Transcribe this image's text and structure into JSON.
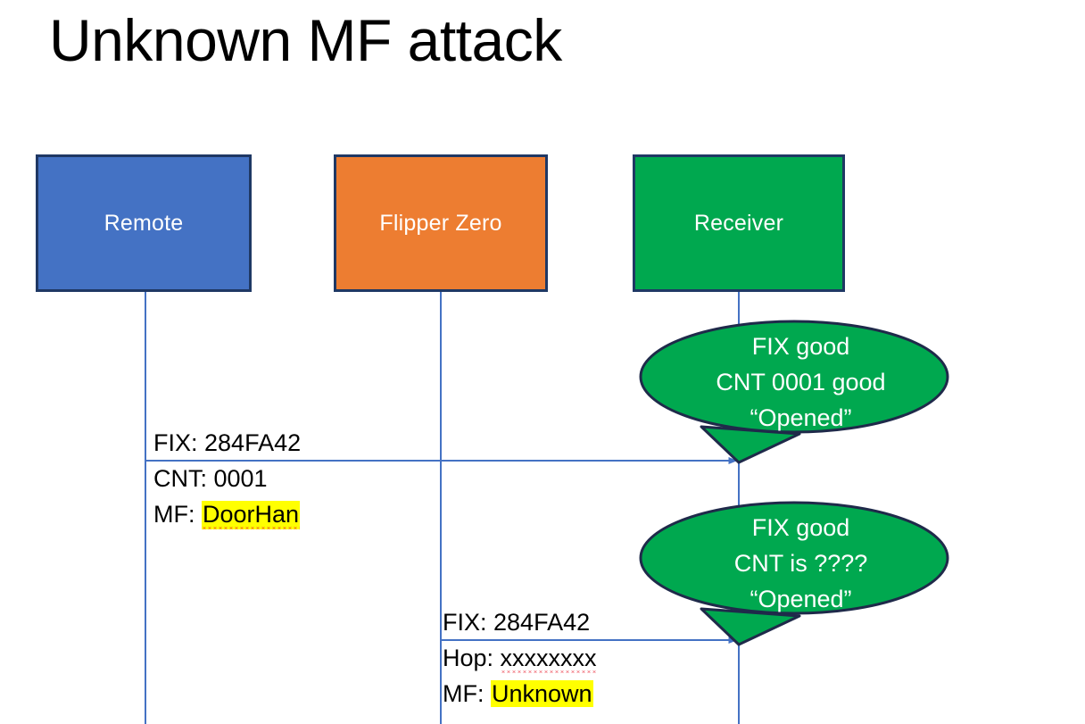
{
  "slide": {
    "title": "Unknown MF attack",
    "background": "#ffffff"
  },
  "colors": {
    "remote_fill": "#4472C4",
    "flipper_fill": "#ED7D31",
    "receiver_fill": "#00A84F",
    "box_border": "#1F3864",
    "connector": "#4472C4",
    "highlight": "#FFFF00",
    "spellcheck_underline": "#E81123",
    "bubble_fill": "#00A84F",
    "bubble_border": "#1F2A4A",
    "text_dark": "#000000",
    "text_light": "#FFFFFF"
  },
  "actors": [
    {
      "id": "remote",
      "label": "Remote"
    },
    {
      "id": "flipper",
      "label": "Flipper Zero"
    },
    {
      "id": "receiver",
      "label": "Receiver"
    }
  ],
  "messages": [
    {
      "id": "remote-to-receiver",
      "from": "remote",
      "to": "receiver",
      "lines": [
        {
          "prefix": "FIX: ",
          "value": "284FA42",
          "highlight": false,
          "spellcheck_flag": false
        },
        {
          "prefix": "CNT: ",
          "value": "0001",
          "highlight": false,
          "spellcheck_flag": false
        },
        {
          "prefix": "MF: ",
          "value": "DoorHan",
          "highlight": true,
          "spellcheck_flag": true
        }
      ]
    },
    {
      "id": "flipper-to-receiver",
      "from": "flipper",
      "to": "receiver",
      "lines": [
        {
          "prefix": "FIX: ",
          "value": "284FA42",
          "highlight": false,
          "spellcheck_flag": false
        },
        {
          "prefix": "Hop: ",
          "value": "xxxxxxxx",
          "highlight": false,
          "spellcheck_flag": true
        },
        {
          "prefix": "MF: ",
          "value": "Unknown",
          "highlight": true,
          "spellcheck_flag": false
        }
      ]
    }
  ],
  "bubbles": [
    {
      "id": "bubble-first-reply",
      "lines": [
        "FIX good",
        "CNT 0001 good",
        "“Opened”"
      ]
    },
    {
      "id": "bubble-second-reply",
      "lines": [
        "FIX good",
        "CNT is ????",
        "“Opened”"
      ]
    }
  ]
}
